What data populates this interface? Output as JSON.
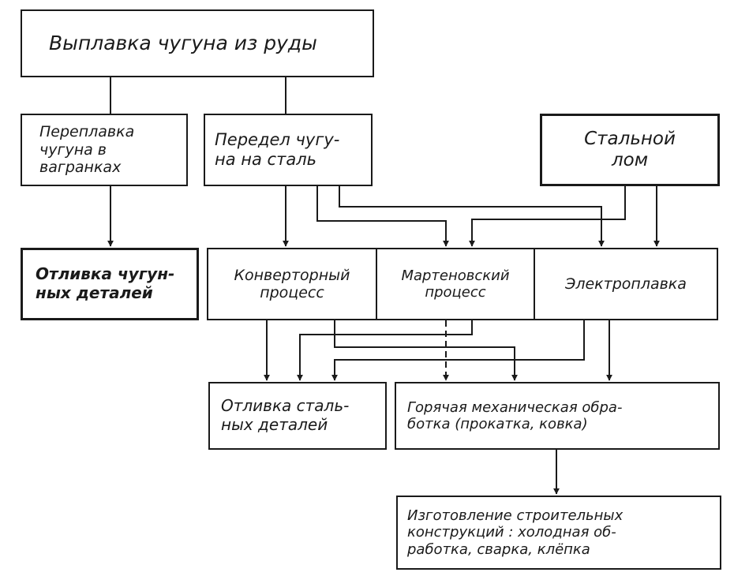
{
  "boxes": {
    "smelting": {
      "lines": [
        "Выплавка чугуна из руды"
      ]
    },
    "remelting": {
      "lines": [
        "Переплавка",
        "чугуна в",
        "вагранках"
      ]
    },
    "conversion": {
      "lines": [
        "Передел чугу-",
        "на на сталь"
      ]
    },
    "scrap": {
      "lines": [
        "Стальной",
        "лом"
      ]
    },
    "iron_casting": {
      "lines": [
        "Отливка чугун-",
        "ных деталей"
      ]
    },
    "converter": {
      "lines": [
        "Конверторный",
        "процесс"
      ]
    },
    "open_hearth": {
      "lines": [
        "Мартеновский",
        "процесс"
      ]
    },
    "electric": {
      "lines": [
        "Электроплавка"
      ]
    },
    "steel_casting": {
      "lines": [
        "Отливка сталь-",
        "ных деталей"
      ]
    },
    "hot_working": {
      "lines": [
        "Горячая механическая обра-",
        "ботка (прокатка, ковка)"
      ]
    },
    "fabrication": {
      "lines": [
        "Изготовление строительных",
        "конструкций : холодная об-",
        "работка, сварка, клёпка"
      ]
    }
  }
}
